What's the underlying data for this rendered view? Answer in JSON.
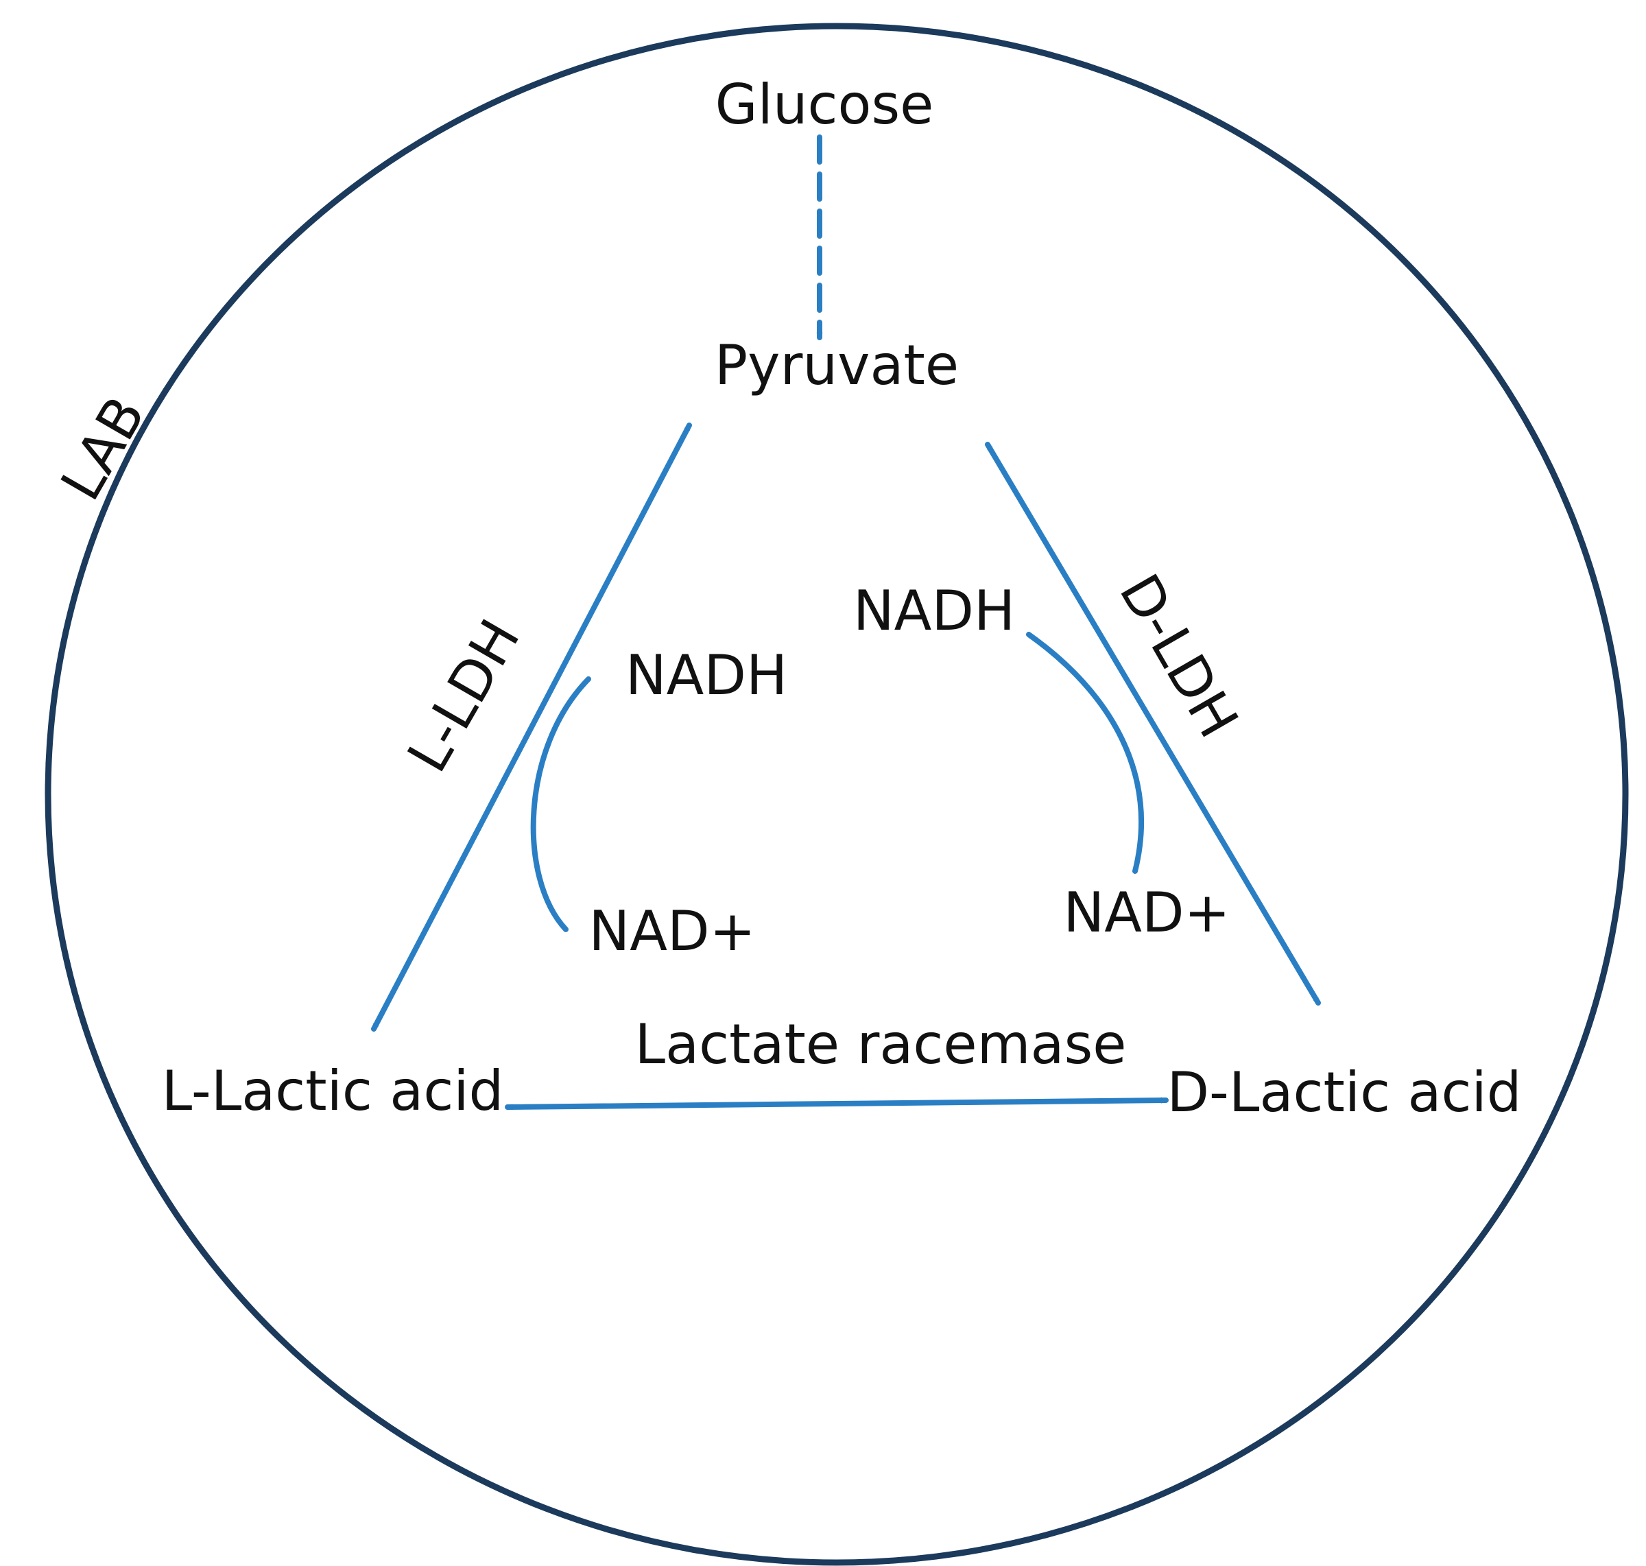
{
  "organism_label": "LAB",
  "metabolites": {
    "glucose": "Glucose",
    "pyruvate": "Pyruvate",
    "l_lactic": "L-Lactic acid",
    "d_lactic": "D-Lactic acid"
  },
  "enzymes": {
    "l_ldh": "L-LDH",
    "d_ldh": "D-LDH",
    "racemase": "Lactate racemase"
  },
  "cofactors": {
    "left_nadh": "NADH",
    "left_nad": "NAD+",
    "right_nadh": "NADH",
    "right_nad": "NAD+"
  },
  "colors": {
    "arrow": "#2a7fc4",
    "cell_border": "#1b3a5c",
    "text": "#111111"
  }
}
